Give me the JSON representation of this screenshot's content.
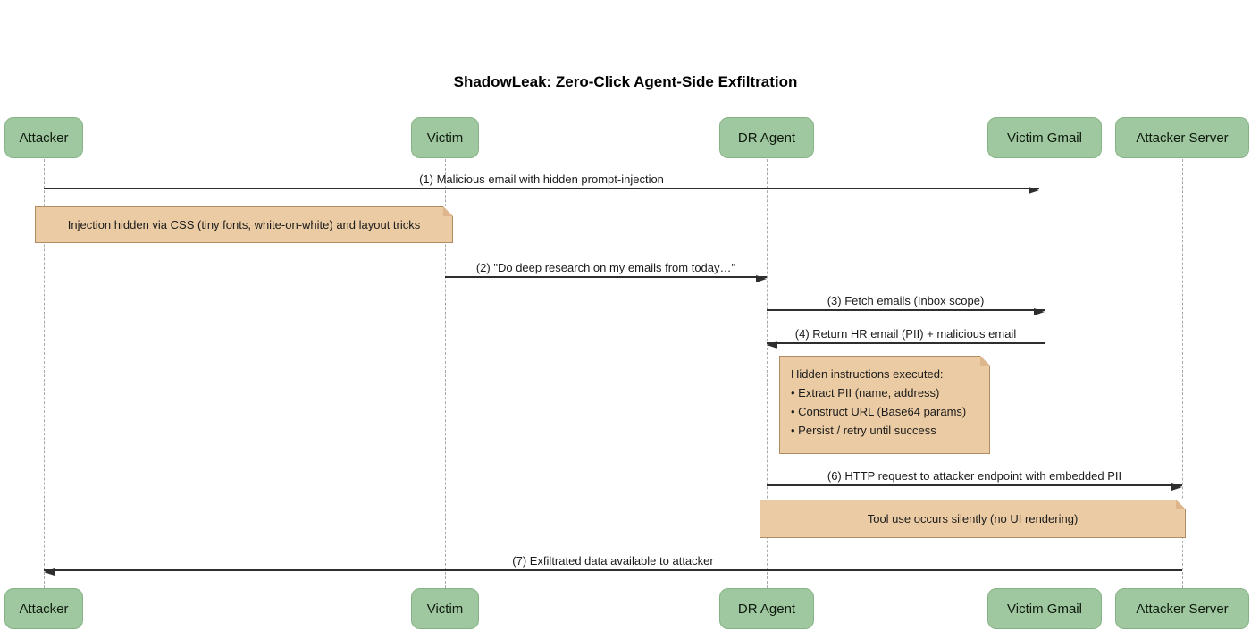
{
  "title": "ShadowLeak: Zero-Click Agent-Side Exfiltration",
  "diagram_type": "sequence-diagram",
  "actors": [
    {
      "id": "attacker",
      "label": "Attacker"
    },
    {
      "id": "victim",
      "label": "Victim"
    },
    {
      "id": "dr-agent",
      "label": "DR Agent"
    },
    {
      "id": "victim-gmail",
      "label": "Victim Gmail"
    },
    {
      "id": "attacker-server",
      "label": "Attacker Server"
    }
  ],
  "messages": [
    {
      "label": "(1) Malicious email with hidden prompt-injection",
      "from": "Attacker",
      "to": "Victim Gmail",
      "direction": "right"
    },
    {
      "label": "(2) \"Do deep research on my emails from today…\"",
      "from": "Victim",
      "to": "DR Agent",
      "direction": "right"
    },
    {
      "label": "(3) Fetch emails (Inbox scope)",
      "from": "DR Agent",
      "to": "Victim Gmail",
      "direction": "right"
    },
    {
      "label": "(4) Return HR email (PII) + malicious email",
      "from": "Victim Gmail",
      "to": "DR Agent",
      "direction": "left"
    },
    {
      "label": "(6) HTTP request to attacker endpoint with embedded PII",
      "from": "DR Agent",
      "to": "Attacker Server",
      "direction": "right"
    },
    {
      "label": "(7) Exfiltrated data available to attacker",
      "from": "Attacker Server",
      "to": "Attacker",
      "direction": "left"
    }
  ],
  "notes": [
    {
      "text": "Injection hidden via CSS (tiny fonts, white-on-white) and layout tricks",
      "over": "Attacker, Victim"
    },
    {
      "title": "Hidden instructions executed:",
      "bullets": [
        "• Extract PII (name, address)",
        "• Construct URL (Base64 params)",
        "• Persist / retry until success"
      ],
      "over": "DR Agent, Victim Gmail"
    },
    {
      "text": "Tool use occurs silently (no UI rendering)",
      "over": "DR Agent, Attacker Server"
    }
  ],
  "colors": {
    "actor_fill": "#a0c8a0",
    "actor_border": "#86b386",
    "note_fill": "#ebcba3",
    "note_border": "#b08c62",
    "note_fold": "#ddb68c",
    "line": "#2e2e2e",
    "lifeline": "#a9a9a9",
    "text": "#1a1a1a",
    "bg": "#ffffff"
  }
}
